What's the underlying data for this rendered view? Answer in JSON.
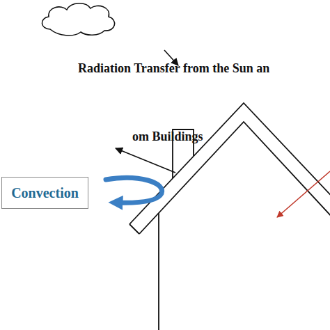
{
  "diagram": {
    "nodes": [
      {
        "text": [
          "Convection"
        ]
      }
    ],
    "labels": [
      "Radiation Transfer from the Sun an",
      "om Buildings"
    ]
  }
}
